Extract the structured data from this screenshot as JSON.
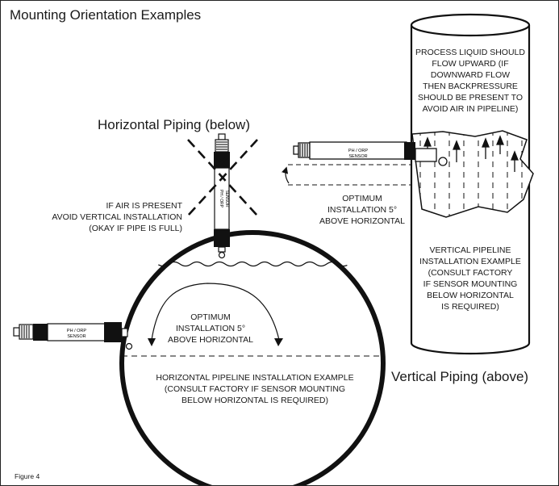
{
  "title": "Mounting Orientation Examples",
  "horizontal_heading": "Horizontal Piping (below)",
  "vertical_heading": "Vertical Piping (above)",
  "sensor_label": [
    "PH / ORP",
    "SENSOR"
  ],
  "vertical_sensor_label": [
    "PH / ORP",
    "SENSOR"
  ],
  "air_note": [
    "IF AIR IS PRESENT",
    "AVOID VERTICAL INSTALLATION",
    "(OKAY IF PIPE IS FULL)"
  ],
  "optimum_right": [
    "OPTIMUM",
    "INSTALLATION  5°",
    "ABOVE HORIZONTAL"
  ],
  "optimum_inner": [
    "OPTIMUM",
    "INSTALLATION  5°",
    "ABOVE HORIZONTAL"
  ],
  "flow_note": [
    "PROCESS LIQUID SHOULD",
    "FLOW UPWARD (IF",
    "DOWNWARD FLOW",
    "THEN BACKPRESSURE",
    "SHOULD BE PRESENT TO",
    "AVOID AIR IN PIPELINE)"
  ],
  "vertical_example": [
    "VERTICAL PIPELINE",
    "INSTALLATION  EXAMPLE",
    "(CONSULT FACTORY",
    "IF SENSOR MOUNTING",
    "BELOW HORIZONTAL",
    "IS REQUIRED)"
  ],
  "horizontal_example": [
    "HORIZONTAL PIPELINE INSTALLATION  EXAMPLE",
    "(CONSULT FACTORY IF SENSOR MOUNTING",
    "BELOW HORIZONTAL IS REQUIRED)"
  ],
  "figure_label": "Figure 4"
}
